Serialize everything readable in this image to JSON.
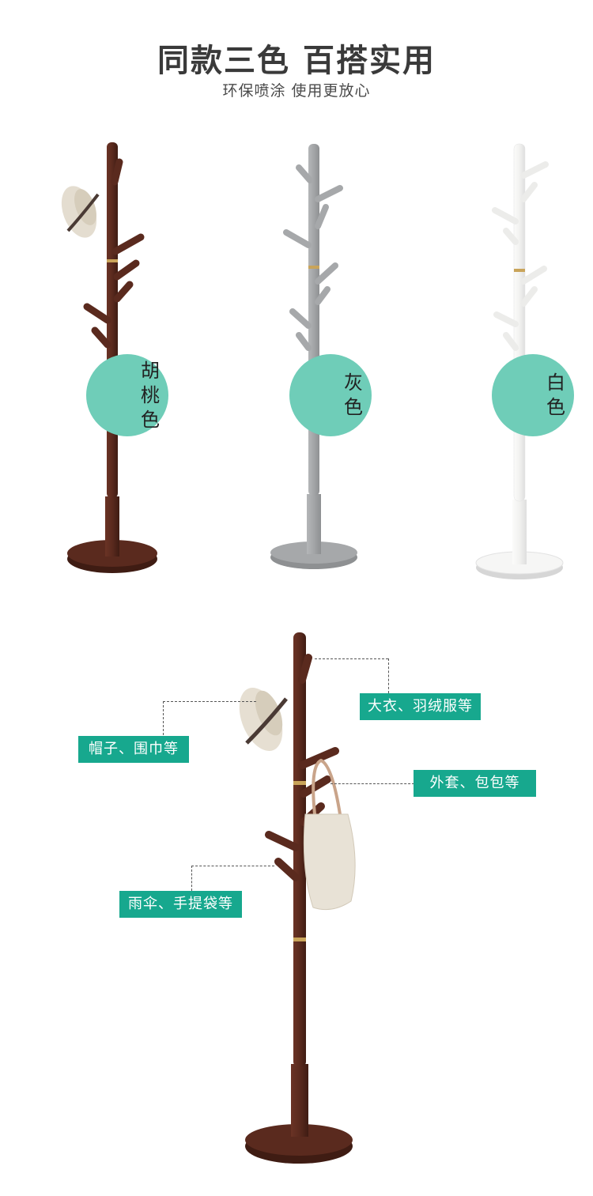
{
  "header": {
    "title": "同款三色 百搭实用",
    "subtitle": "环保喷涂 使用更放心"
  },
  "colors": {
    "walnut": "#5a2a1e",
    "gray": "#a6a8aa",
    "white": "#f4f4f2",
    "badge": "#6fcdb8",
    "tag": "#17a88e",
    "brass": "#c9a45a"
  },
  "variants": [
    {
      "chars": [
        "胡",
        "桃",
        "色"
      ]
    },
    {
      "chars": [
        "灰",
        "色"
      ]
    },
    {
      "chars": [
        "白",
        "色"
      ]
    }
  ],
  "callouts": {
    "coat": "大衣、羽绒服等",
    "hat": "帽子、围巾等",
    "bag": "外套、包包等",
    "umbrella": "雨伞、手提袋等"
  }
}
